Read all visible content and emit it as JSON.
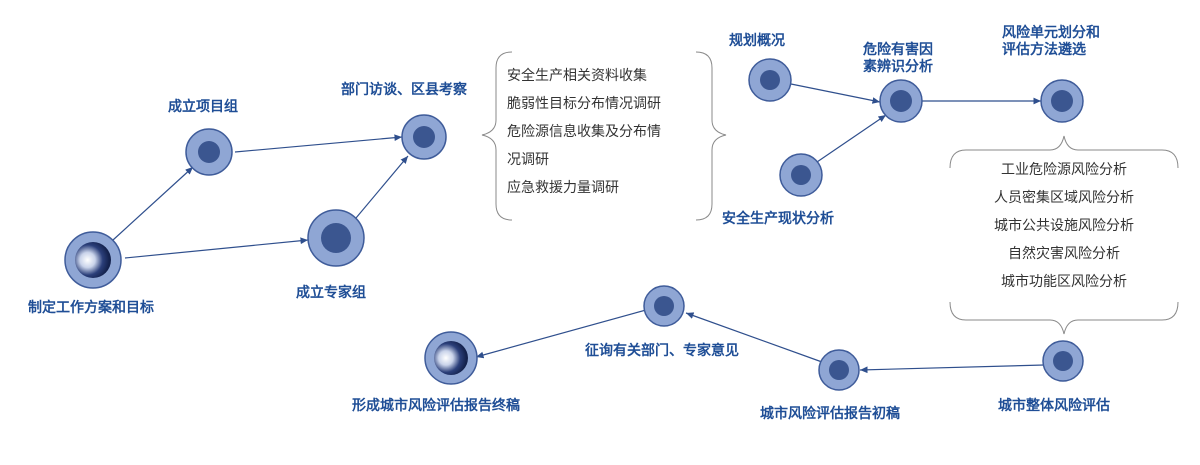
{
  "nodes": {
    "start": "制定工作方案和目标",
    "project_group": "成立项目组",
    "expert_group": "成立专家组",
    "interview": "部门访谈、区县考察",
    "overview": "规划概况",
    "hazard_line1": "危险有害因",
    "hazard_line2": "素辨识分析",
    "safety_status": "安全生产现状分析",
    "unit_line1": "风险单元划分和",
    "unit_line2": "评估方法遴选",
    "overall": "城市整体风险评估",
    "draft_report": "城市风险评估报告初稿",
    "consult": "征询有关部门、专家意见",
    "final_report": "形成城市风险评估报告终稿"
  },
  "survey_items": [
    "安全生产相关资料收集",
    "脆弱性目标分布情况调研",
    "危险源信息收集及分布情",
    "况调研",
    "应急救援力量调研"
  ],
  "analysis_items": [
    "工业危险源风险分析",
    "人员密集区域风险分析",
    "城市公共设施风险分析",
    "自然灾害风险分析",
    "城市功能区风险分析"
  ]
}
